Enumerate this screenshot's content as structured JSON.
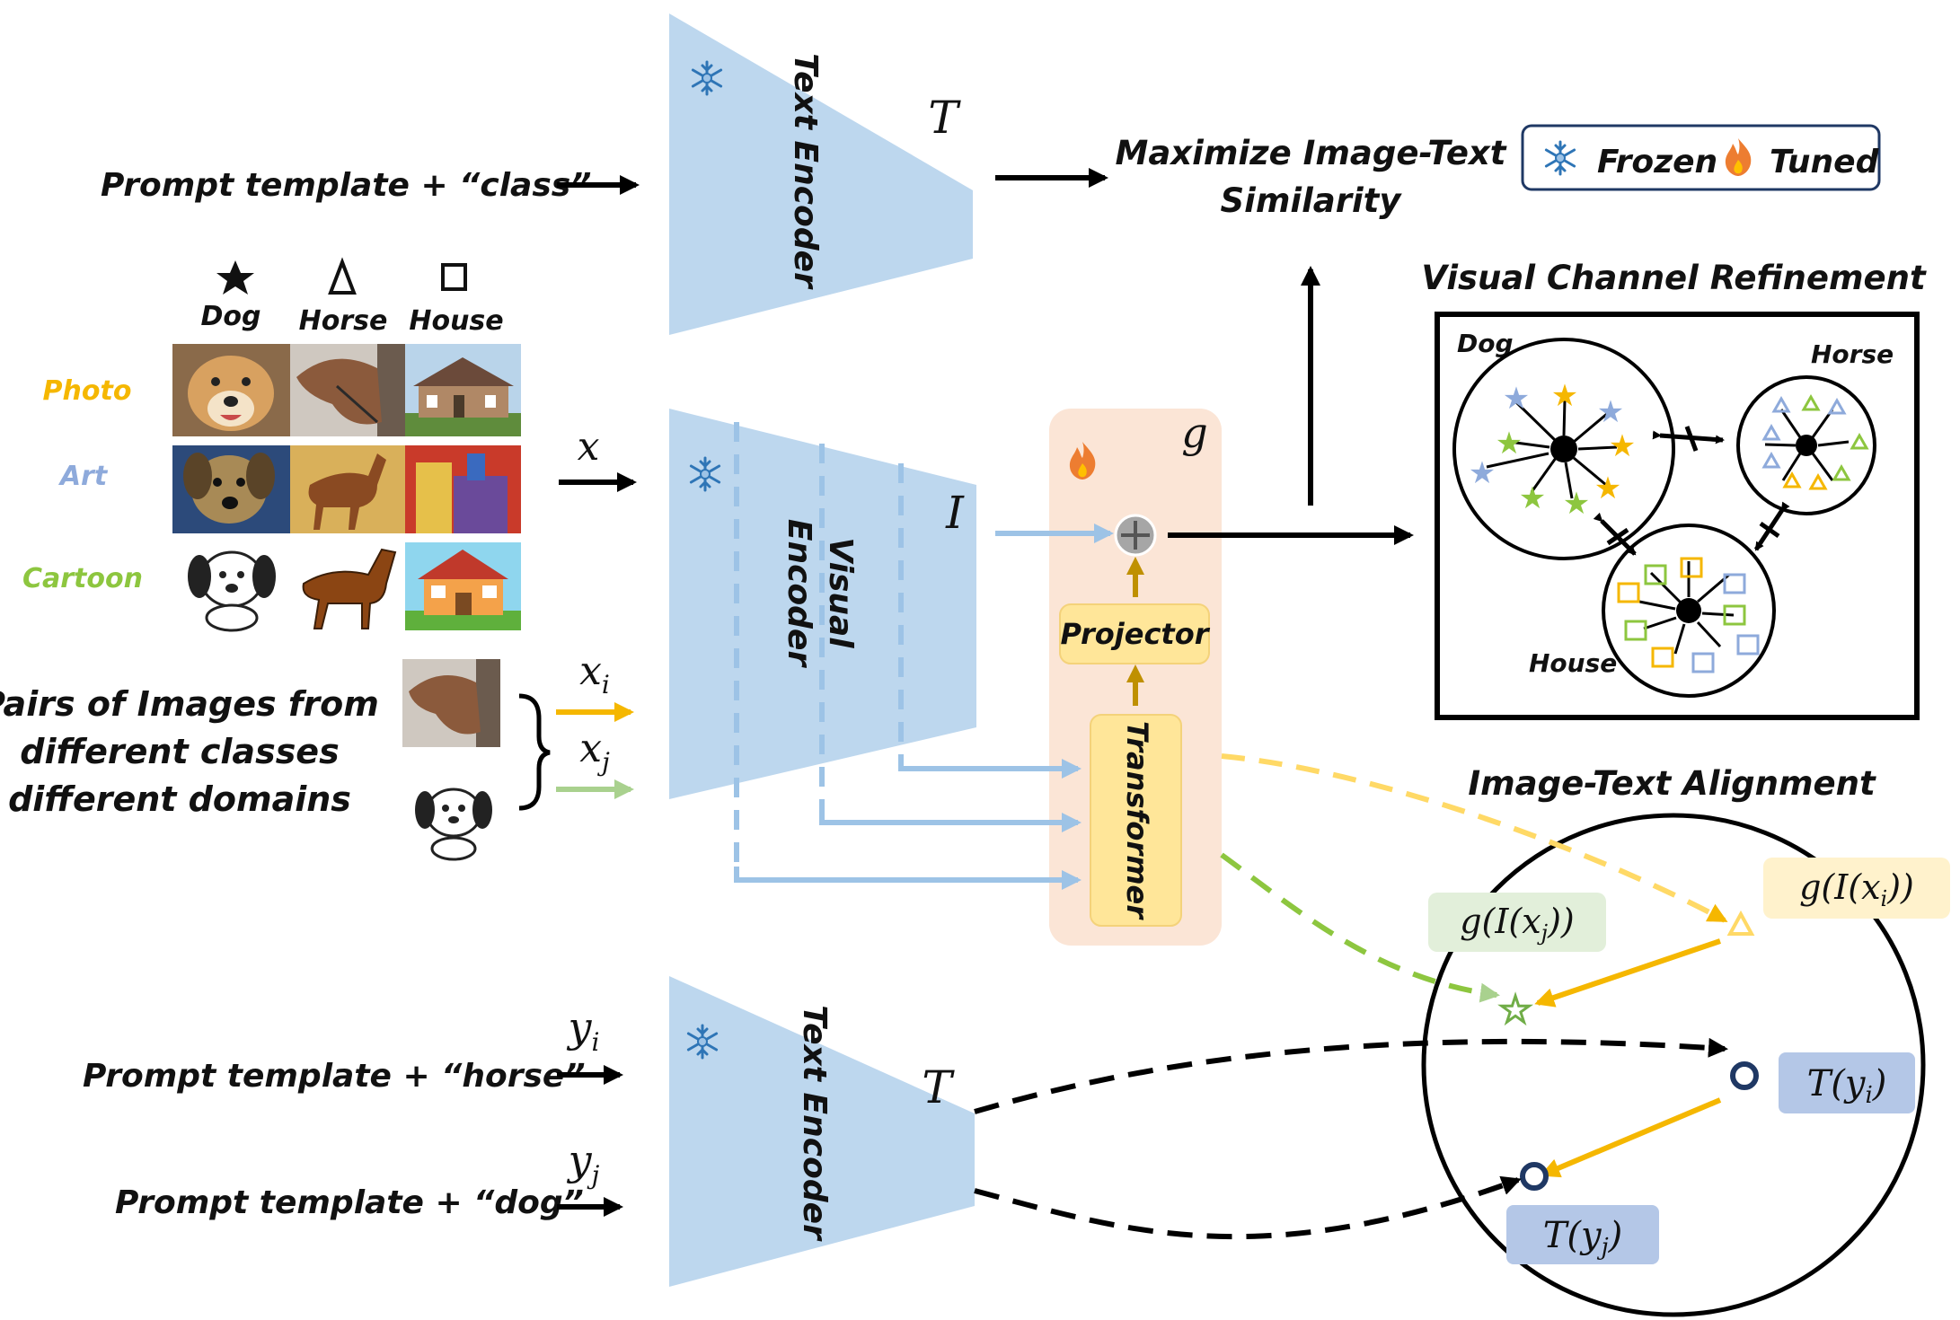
{
  "top_prompt": "Prompt template + “class”",
  "text_encoder_label": "Text Encoder",
  "visual_encoder_label": "Visual Encoder",
  "symbol_T": "T",
  "symbol_I": "I",
  "symbol_g": "g",
  "symbol_x": "x",
  "symbol_xi": "x",
  "sub_i": "i",
  "symbol_xj": "x",
  "sub_j": "j",
  "symbol_yi": "y",
  "symbol_yj": "y",
  "maximize_line1": "Maximize Image-Text",
  "maximize_line2": "Similarity",
  "legend": {
    "frozen": "Frozen",
    "tuned": "Tuned"
  },
  "class_headers": [
    {
      "symbol": "star",
      "label": "Dog"
    },
    {
      "symbol": "triangle",
      "label": "Horse"
    },
    {
      "symbol": "square",
      "label": "House"
    }
  ],
  "domains": [
    {
      "label": "Photo",
      "color": "#f5b700"
    },
    {
      "label": "Art",
      "color": "#8eaadb"
    },
    {
      "label": "Cartoon",
      "color": "#8dc63f"
    }
  ],
  "pairs_text": [
    "Pairs of Images from",
    "different classes",
    "different domains"
  ],
  "projector_label": "Projector",
  "transformer_label": "Transformer",
  "vcr_title": "Visual Channel Refinement",
  "vcr_clusters": {
    "dog": "Dog",
    "horse": "Horse",
    "house": "House"
  },
  "ita_title": "Image-Text Alignment",
  "ita_labels": {
    "g_xi": "g(I(x",
    "g_xi_sub": "i",
    "g_xj": "g(I(x",
    "g_xj_sub": "j",
    "close": "))",
    "t_yi": "T(y",
    "t_yj": "T(y",
    "close_single": ")"
  },
  "bottom_prompts": {
    "horse": "Prompt template + “horse”",
    "dog": "Prompt template + “dog”"
  },
  "colors": {
    "encoder_blue": "#bdd7ee",
    "skip_blue": "#9dc3e6",
    "g_panel": "#fbe5d6",
    "yellow_box": "#fff2cc",
    "yellow": "#f5b700",
    "green": "#8dc63f",
    "art_blue": "#8eaadb",
    "ty_box": "#b4c7e7",
    "gxj_box": "#e2efda",
    "navy": "#1f3864"
  }
}
